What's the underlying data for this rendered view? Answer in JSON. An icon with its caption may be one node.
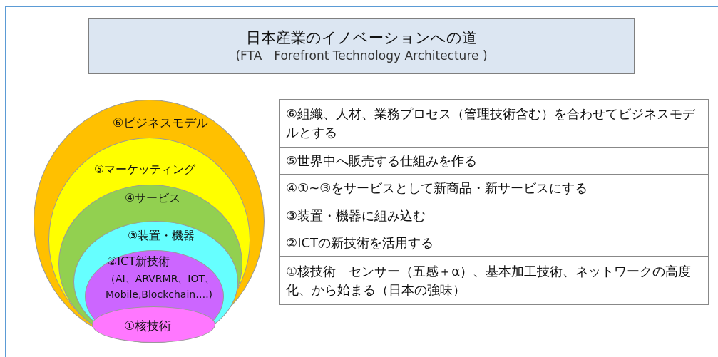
{
  "diagram": {
    "nodes": [
      {
        "text": [
          "日本産業のイノベーションへの道",
          "(FTA　Forefront Technology Architecture )"
        ]
      },
      {
        "text": [
          "⑥ビジネスモデル"
        ]
      },
      {
        "text": [
          "⑤マーケッティング"
        ],
        "in": 1
      },
      {
        "text": [
          "④サービス"
        ],
        "in": 2
      },
      {
        "text": [
          "③装置・機器"
        ],
        "in": 3
      },
      {
        "text": [
          "②ICT新技術",
          "（AI、ARVRMR、IOT、Mobile,Blockchain….)"
        ],
        "in": 4
      },
      {
        "text": [
          "①核技術"
        ],
        "in": 5
      }
    ],
    "labels": [
      "⑥組織、人材、業務プロセス（管理技術含む）を合わせてビジネスモデルとする",
      "⑤世界中へ販売する仕組みを作る",
      "④①~③をサービスとして新商品・新サービスにする",
      "③装置・機器に組み込む",
      "②ICTの新技術を活用する",
      "①核技術　センサー（五感＋α）、基本加工技術、ネットワークの高度化、から始まる（日本の強味）"
    ]
  }
}
